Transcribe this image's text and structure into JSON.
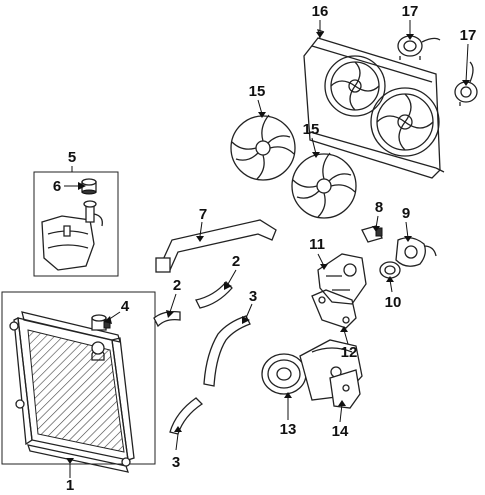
{
  "callouts": {
    "c1": "1",
    "c2a": "2",
    "c2b": "2",
    "c3a": "3",
    "c3b": "3",
    "c4": "4",
    "c5": "5",
    "c6": "6",
    "c7": "7",
    "c8": "8",
    "c9": "9",
    "c10": "10",
    "c11": "11",
    "c12": "12",
    "c13": "13",
    "c14": "14",
    "c15a": "15",
    "c15b": "15",
    "c16": "16",
    "c17a": "17",
    "c17b": "17"
  }
}
